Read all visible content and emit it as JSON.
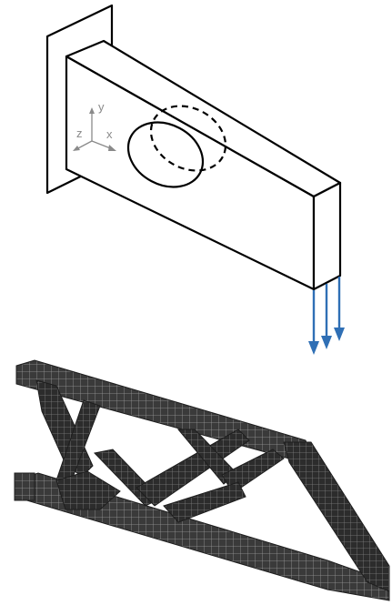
{
  "axes": {
    "y": "y",
    "z": "z",
    "x": "x"
  },
  "colors": {
    "outline": "#000000",
    "axis": "#8a8a8a",
    "load_arrow": "#2f6fb5",
    "mesh_fill": "#3a3a3a",
    "mesh_grid": "#9a9a9a"
  },
  "icons": {
    "load": "down-arrow-icon",
    "axis": "coordinate-axes-icon"
  }
}
